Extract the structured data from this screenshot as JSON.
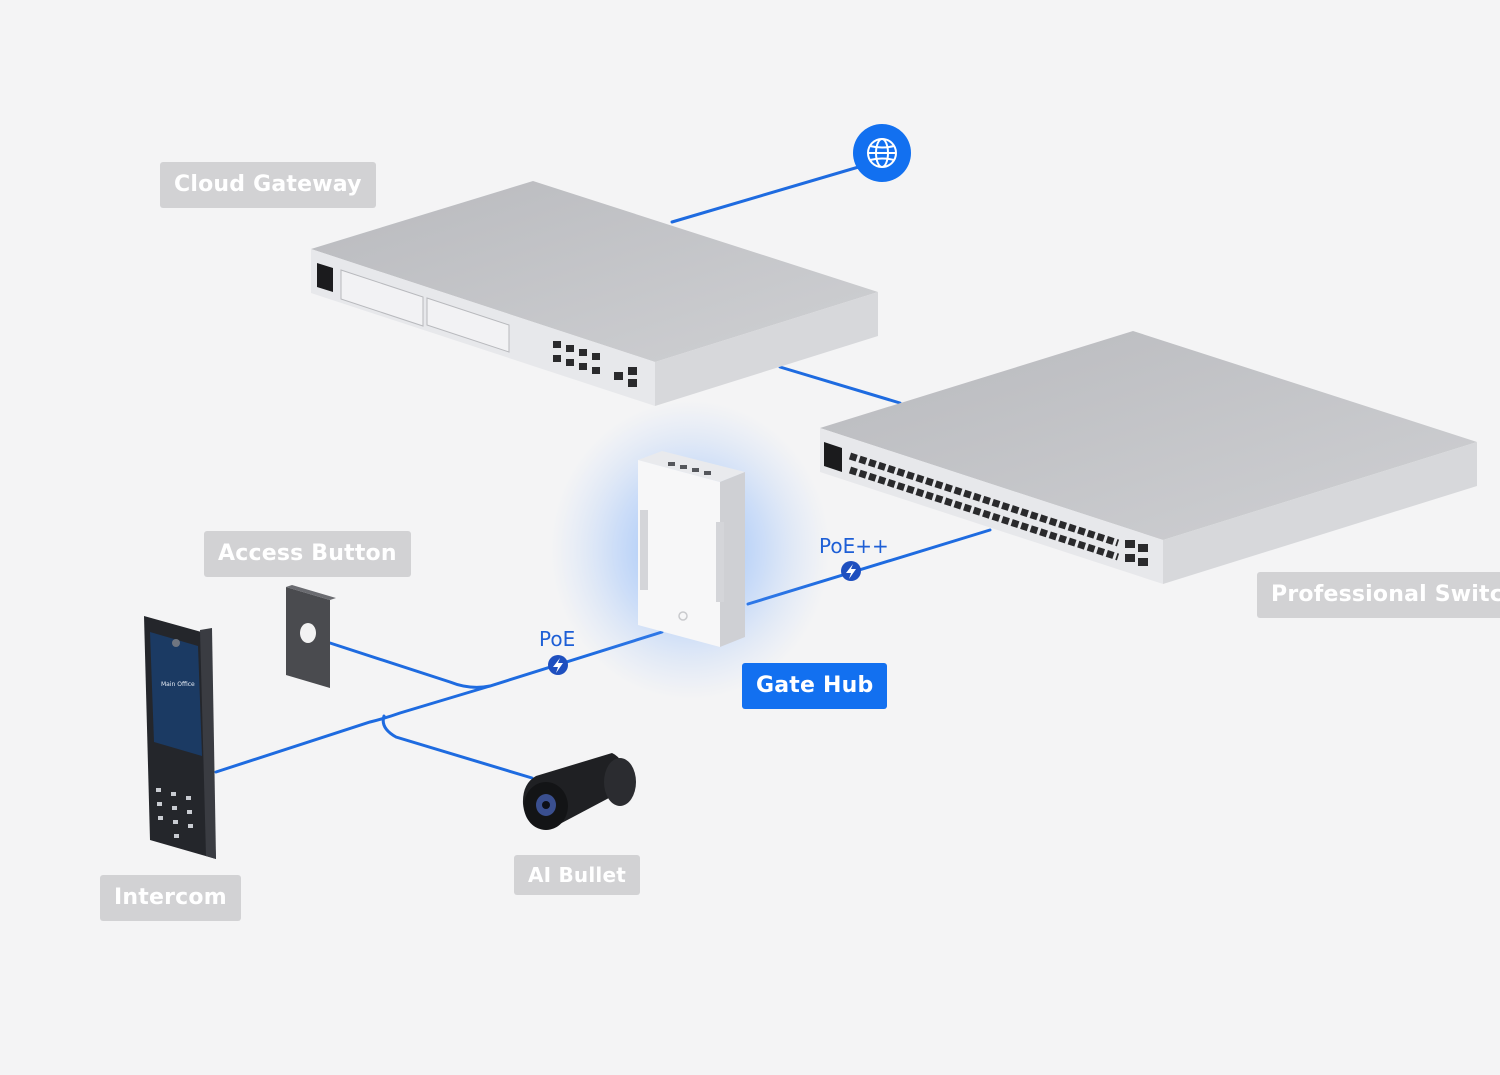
{
  "labels": {
    "cloud_gateway": "Cloud Gateway",
    "professional_switch": "Professional Switch",
    "access_button": "Access Button",
    "gate_hub": "Gate Hub",
    "intercom": "Intercom",
    "ai_bullet": "AI Bullet"
  },
  "poe": {
    "poe_plus": "PoE++",
    "poe": "PoE"
  },
  "intercom_screen": {
    "title": "Main Office"
  },
  "icons": {
    "internet": "globe-icon",
    "power": "bolt-icon"
  },
  "colors": {
    "background": "#f4f4f5",
    "accent": "#1270f0",
    "link": "#1e6be0",
    "label_inactive": "#d2d2d4",
    "device_top": "#c4c5c9",
    "device_front": "#e6e7ea"
  }
}
